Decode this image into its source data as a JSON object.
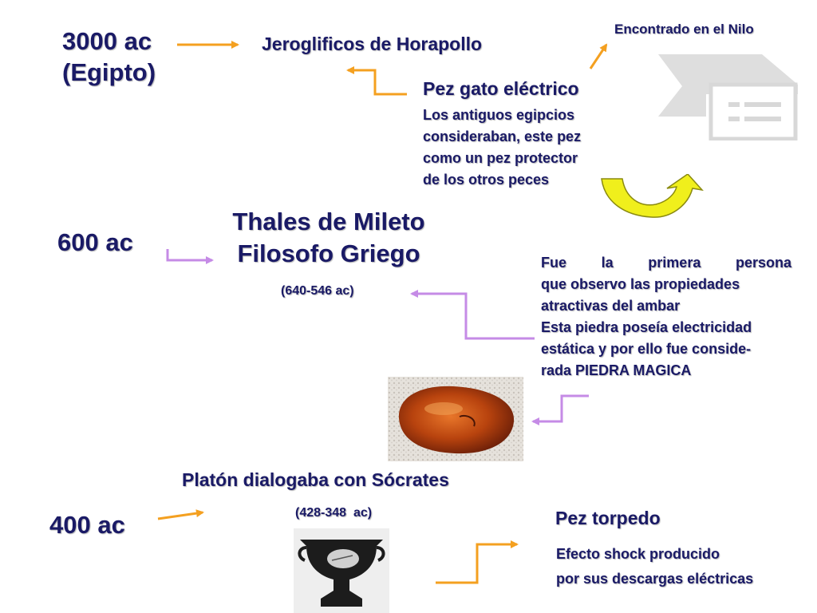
{
  "era_3000": {
    "date_line1": "3000 ac",
    "date_line2": "(Egipto)",
    "source": "Jeroglificos de Horapollo",
    "note": "Encontrado en el Nilo",
    "fish_title": "Pez gato eléctrico",
    "fish_desc": [
      "Los antiguos egipcios",
      "consideraban, este pez",
      "como un pez protector",
      "de los otros peces"
    ]
  },
  "era_600": {
    "date": "600 ac",
    "name_line1": "Thales de Mileto",
    "name_line2": "Filosofo Griego",
    "years": "(640-546 ac)",
    "desc_lines": [
      "Fue la primera persona",
      "que observo las propiedades",
      "atractivas del ambar"
    ],
    "desc_highlight": [
      "Esta piedra poseía electricidad",
      "estática y por ello fue conside-",
      "rada PIEDRA MAGICA"
    ]
  },
  "era_400": {
    "date": "400 ac",
    "title": "Platón dialogaba con Sócrates",
    "years": "(428-348  ac)",
    "fish_title": "Pez torpedo",
    "fish_desc": [
      "Efecto shock producido",
      "por sus descargas eléctricas"
    ]
  },
  "colors": {
    "text": "#1a1a66",
    "arrow_orange": "#f4a020",
    "arrow_violet": "#c58be6",
    "curved_arrow": "#f0ef1c"
  }
}
